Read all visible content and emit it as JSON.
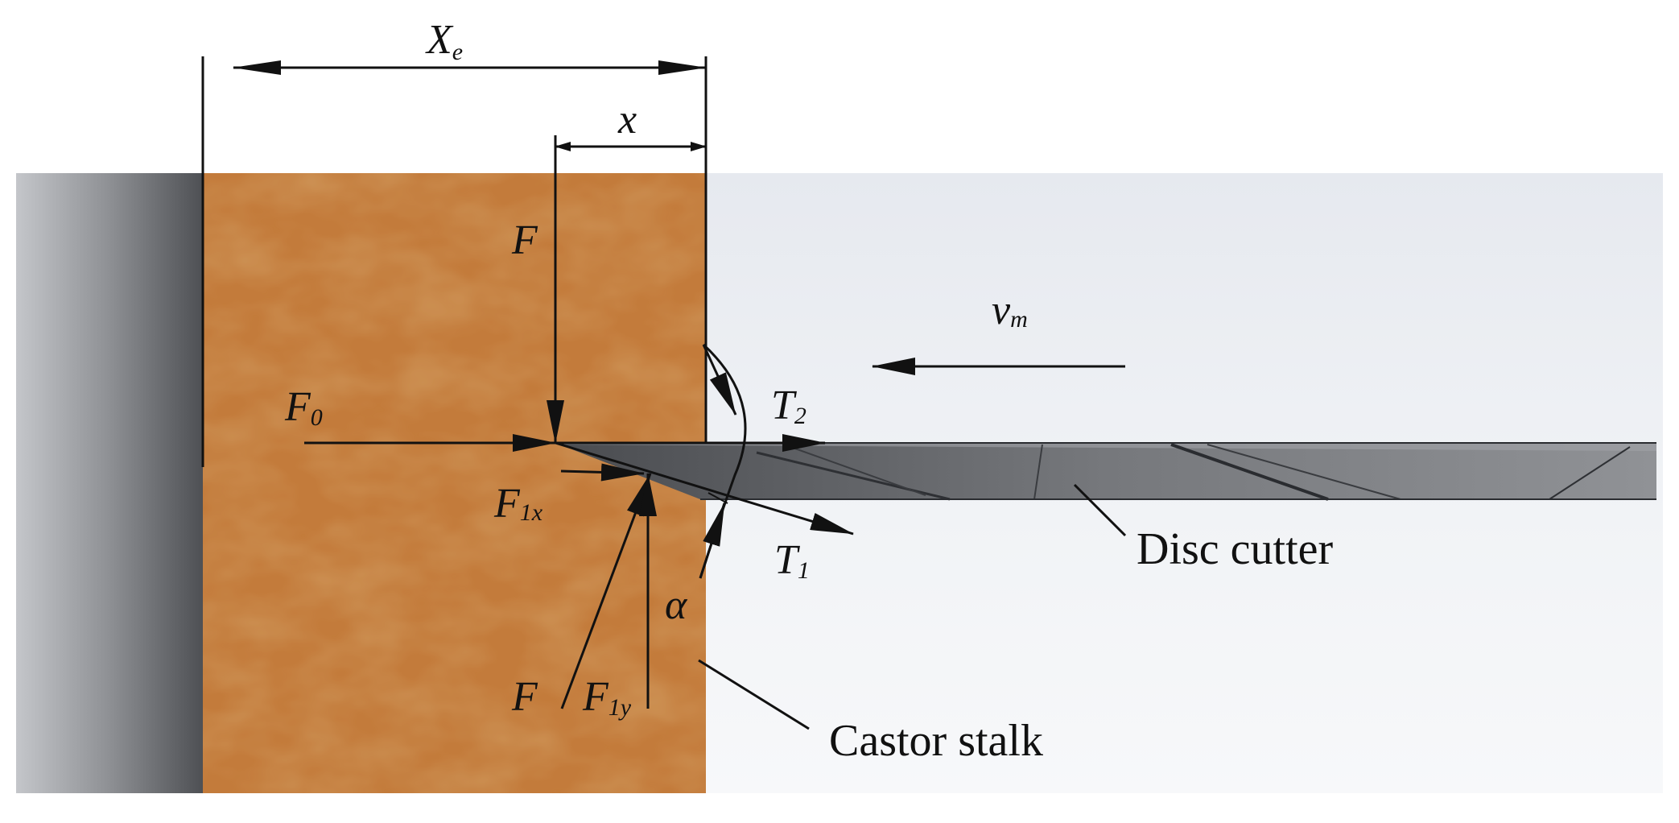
{
  "diagram": {
    "symbols": {
      "xe_main": "X",
      "xe_sub": "e",
      "x": "x",
      "f_top": "F",
      "f0_main": "F",
      "f0_sub": "0",
      "vm_main": "v",
      "vm_sub": "m",
      "t2_main": "T",
      "t2_sub": "2",
      "f1x_main": "F",
      "f1x_sub": "1x",
      "t1_main": "T",
      "t1_sub": "1",
      "alpha": "α",
      "f_bottom": "F",
      "f1y_main": "F",
      "f1y_sub": "1y"
    },
    "labels": {
      "disc_cutter": "Disc cutter",
      "castor_stalk": "Castor stalk"
    },
    "colors": {
      "stalk": "#c27a3a",
      "stalk_dark": "#a85f24",
      "stalk_light": "#d99a5a",
      "wall_dark": "#5a5c60",
      "wall_light": "#b4b6ba",
      "background_light": "#eef0f4",
      "cutter": "#6e7074",
      "line": "#111111"
    }
  }
}
